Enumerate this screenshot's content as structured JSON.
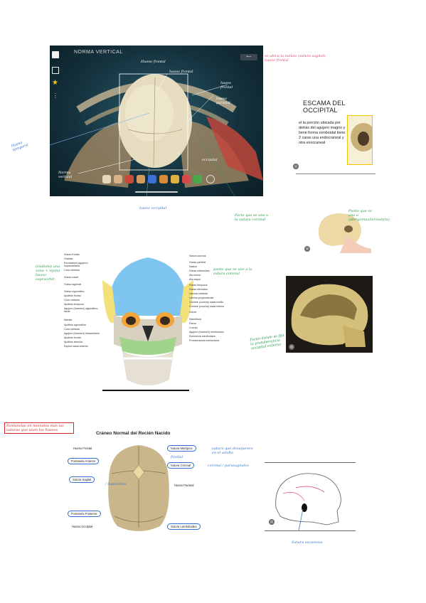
{
  "app": {
    "title": "NORMA VERTICAL",
    "exit_label": "⟵",
    "annotations": {
      "arriba_frontal": "Hueso frontal",
      "hueso_frontal": "hueso frontal",
      "hueso_temporal": "Hueso temporal",
      "hueso_parietal": "hueso parietal",
      "norma_vertical": "Norma vertical",
      "occipital": "occipital",
      "hueso_occipital": "hueso occipital",
      "pink_note": "se ubica la sutura (sutura sagital) hueso frontal",
      "green_note": "Parte que se une a la sutura coronal"
    }
  },
  "escama": {
    "heading": "ESCAMA DEL OCCIPITAL",
    "body": "el la porción ubicada por detrás del agujero magno y tiene forma romboidal tiene 2 caras una endocraneal y otra exocraneal"
  },
  "side_skull": {
    "note": "Punto que se une a (ptergomaxilar/sutura)"
  },
  "photo": {
    "note": "Punto donde se fija la protuberancia occipital externa"
  },
  "frontal": {
    "left_labels": [
      "Hueso frontal",
      "Glabela",
      "Escotadura (agujero) supraorbitaria",
      "Cara orbitaria",
      "Hueso nasal",
      "Hueso lagrimal",
      "Hueso cigomático",
      "Apófisis frontal",
      "Cara orbitaria",
      "Apófisis temporal",
      "Agujero (foramen) cigomático-facial",
      "Maxilar",
      "Apófisis cigomática",
      "Cara orbitaria",
      "Agujero (foramen) infraorbitario",
      "Apófisis frontal",
      "Apófisis alveolar",
      "Espina nasal anterior"
    ],
    "right_labels": [
      "Sutura coronal",
      "Hueso parietal",
      "Nasion",
      "Hueso esfenoides",
      "Ala menor",
      "Ala mayor",
      "Hueso temporal",
      "Hueso etmoides",
      "Lámina orbitaria",
      "Lámina perpendicular",
      "Cornete (concha) nasal medio",
      "Cornete (concha) nasal inferior",
      "Vómer",
      "Mandíbula",
      "Rama",
      "Cuerpo",
      "Agujero (foramen) mentoniano",
      "Eminencia mentoniana",
      "Protuberancia mentoniana"
    ],
    "notes": {
      "green_left": "(Glabela) una zona + lejana hueso supraorbit.",
      "green_right": "punto que se une a la sutura coronal"
    }
  },
  "newborn": {
    "title": "Cráneo Normal del Recién Nacido",
    "labels": {
      "hueso_frontal": "Hueso Frontal",
      "fontanela_anterior": "Fontanela Anterior",
      "sutura_sagital": "Sutura Sagital",
      "fontanela_posterior": "Fontanela Posterior",
      "hueso_occipital": "Hueso Occipital",
      "sutura_metopica": "Sutura Metópica",
      "sutura_coronal": "Sutura Coronal",
      "hueso_parietal": "Hueso Parietal",
      "sutura_lambdoidea": "Sutura Lambdoidea"
    },
    "notes": {
      "red_box": "Fontanelas en neonatos más las suturas que unen los huesos",
      "metopica": "sutura que desaparece en el adulto",
      "frontal": "frontal",
      "coronal": "coronal / parasagitales",
      "sagital": "/ izquierdos"
    }
  },
  "outline": {
    "note": "Sutura escamosa"
  }
}
